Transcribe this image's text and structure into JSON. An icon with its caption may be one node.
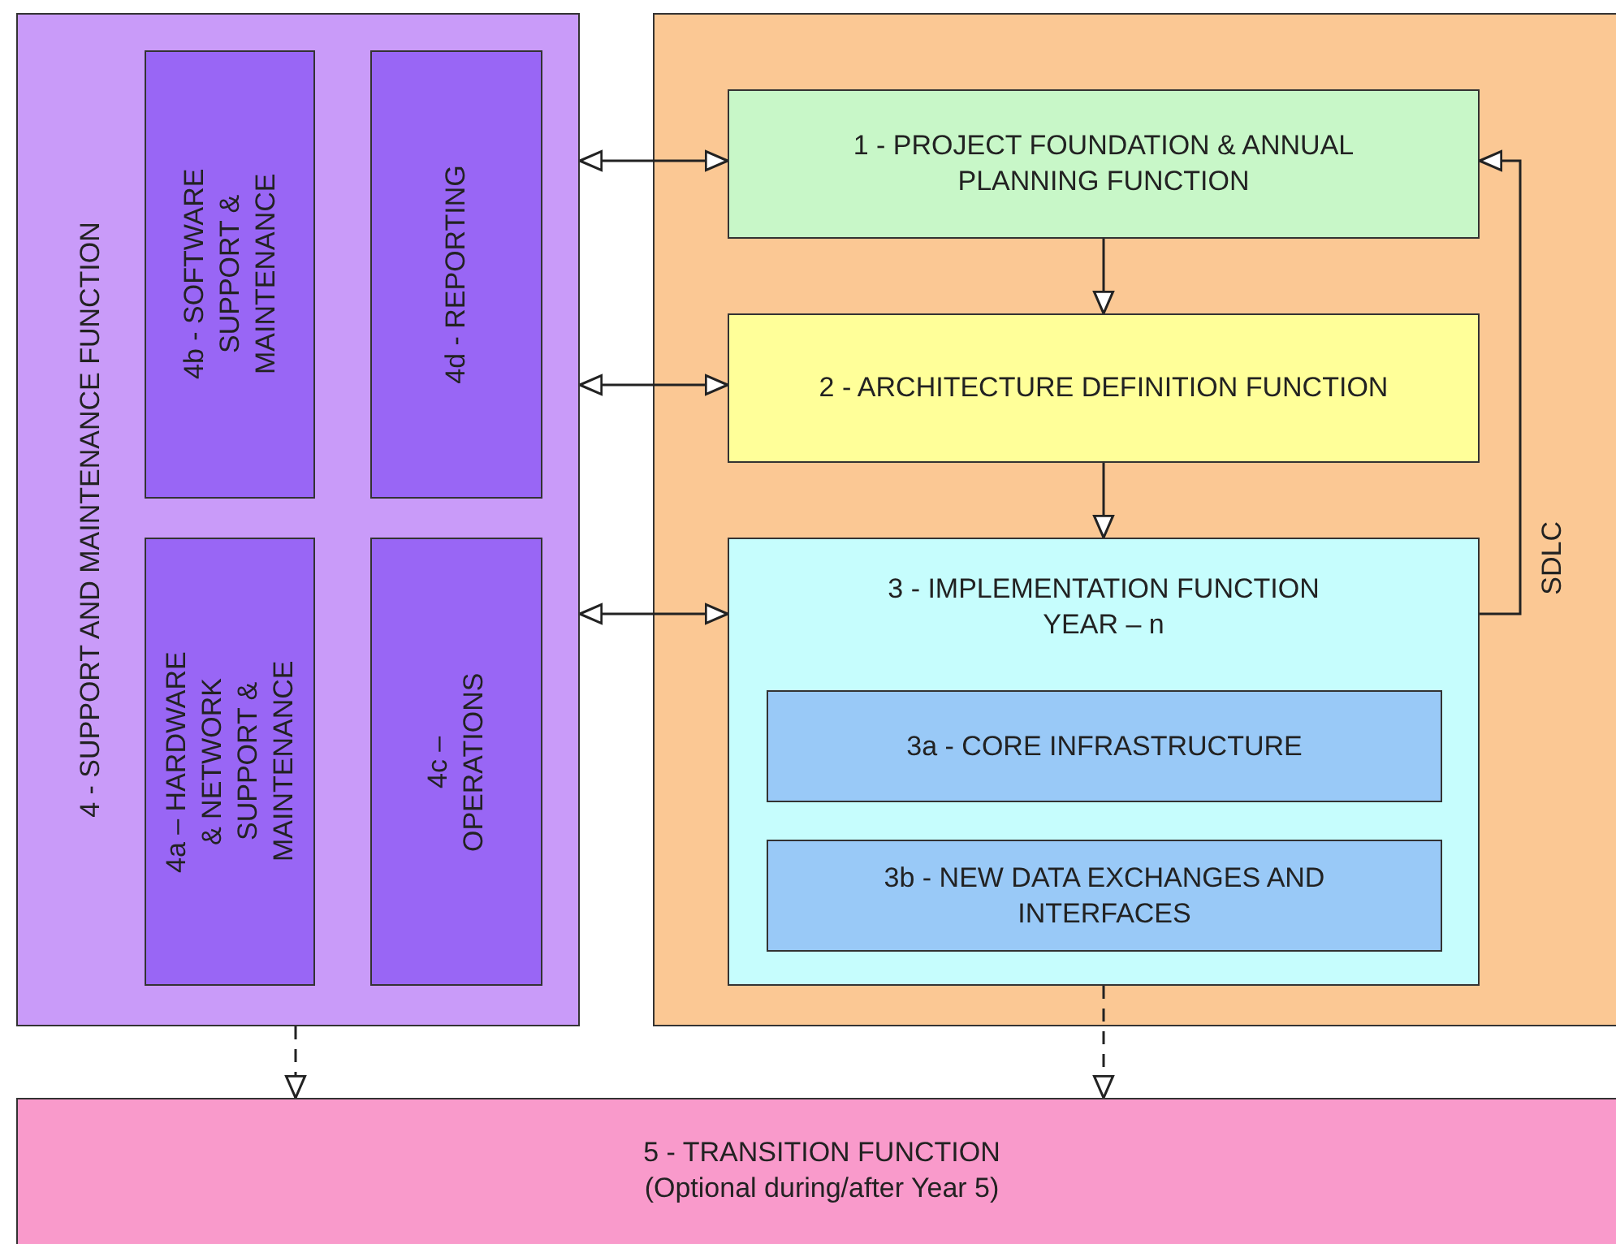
{
  "diagram": {
    "nodes": [
      {
        "text": [
          "4 - SUPPORT AND MAINTENANCE FUNCTION"
        ]
      },
      {
        "text": [
          "4b - SOFTWARE SUPPORT & MAINTENANCE"
        ],
        "in": 0
      },
      {
        "text": [
          "4d - REPORTING"
        ],
        "in": 0
      },
      {
        "text": [
          "4a – HARDWARE & NETWORK SUPPORT & MAINTENANCE"
        ],
        "in": 0
      },
      {
        "text": [
          "4c – OPERATIONS"
        ],
        "in": 0
      },
      {
        "text": [
          "SDLC"
        ]
      },
      {
        "text": [
          "1 - PROJECT FOUNDATION & ANNUAL PLANNING FUNCTION"
        ],
        "in": 5
      },
      {
        "text": [
          "2 - ARCHITECTURE DEFINITION FUNCTION"
        ],
        "in": 5
      },
      {
        "text": [
          "3 - IMPLEMENTATION FUNCTION YEAR – n"
        ],
        "in": 5
      },
      {
        "text": [
          "3a - CORE INFRASTRUCTURE"
        ],
        "in": 8
      },
      {
        "text": [
          "3b - NEW DATA EXCHANGES AND INTERFACES"
        ],
        "in": 8
      },
      {
        "text": [
          "5 - TRANSITION FUNCTION",
          "(Optional during/after Year 5)"
        ]
      }
    ],
    "edges": [
      {
        "from": 0,
        "to": 6,
        "arrow": "both"
      },
      {
        "from": 0,
        "to": 7,
        "arrow": "both"
      },
      {
        "from": 0,
        "to": 8,
        "arrow": "both"
      },
      {
        "from": 6,
        "to": 7,
        "arrow": "to"
      },
      {
        "from": 7,
        "to": 8,
        "arrow": "to"
      },
      {
        "from": 8,
        "to": 6,
        "arrow": "to"
      },
      {
        "from": 0,
        "to": 11,
        "arrow": "to",
        "style": "dashed"
      },
      {
        "from": 8,
        "to": 11,
        "arrow": "to",
        "style": "dashed"
      }
    ]
  }
}
